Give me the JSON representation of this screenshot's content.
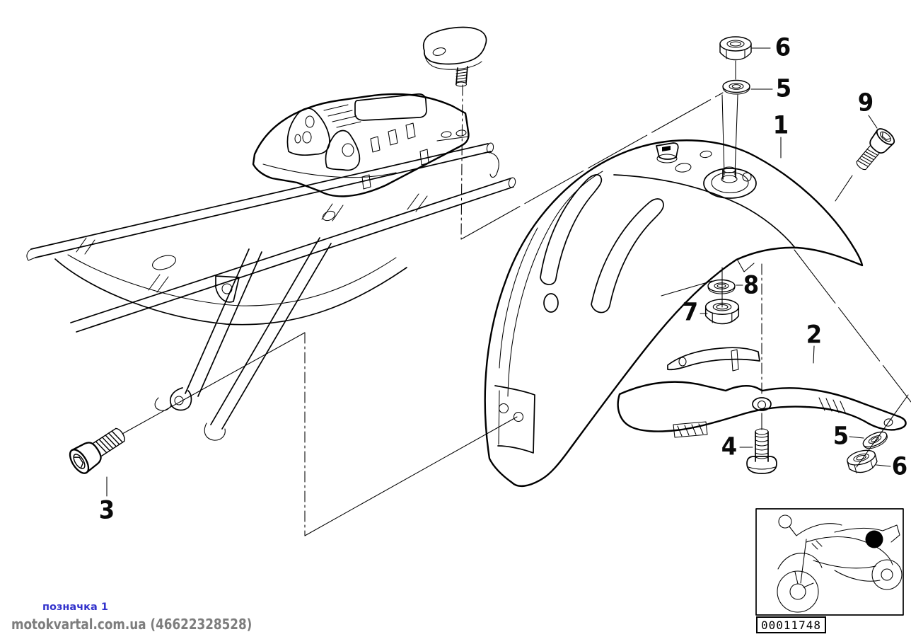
{
  "ink": {
    "line_color": "#000000",
    "label_color": "#0a0a0a"
  },
  "callouts": [
    {
      "label": "1"
    },
    {
      "label": "2"
    },
    {
      "label": "3"
    },
    {
      "label": "4"
    },
    {
      "label": "5"
    },
    {
      "label": "6"
    },
    {
      "label": "7"
    },
    {
      "label": "8"
    },
    {
      "label": "9"
    },
    {
      "label": "5"
    },
    {
      "label": "6"
    }
  ],
  "watermark": {
    "caption": "позначка 1",
    "caption_color": "#3333cc",
    "site": "motokvartal.com.ua (46622328528)",
    "site_color": "#7d7d7d"
  },
  "thumbnail": {
    "part_number": "00011748"
  }
}
